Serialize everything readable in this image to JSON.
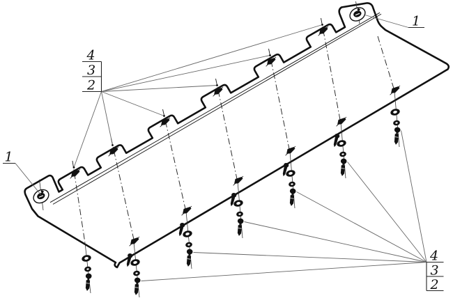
{
  "figure": {
    "paper_color": "#ffffff",
    "ink_color": "#111111",
    "callouts": {
      "top_left_group": {
        "rows": [
          "4",
          "3",
          "2"
        ]
      },
      "bottom_right_group": {
        "rows": [
          "4",
          "3",
          "2"
        ]
      },
      "top_right_item": "1",
      "bottom_left_item": "1"
    }
  }
}
